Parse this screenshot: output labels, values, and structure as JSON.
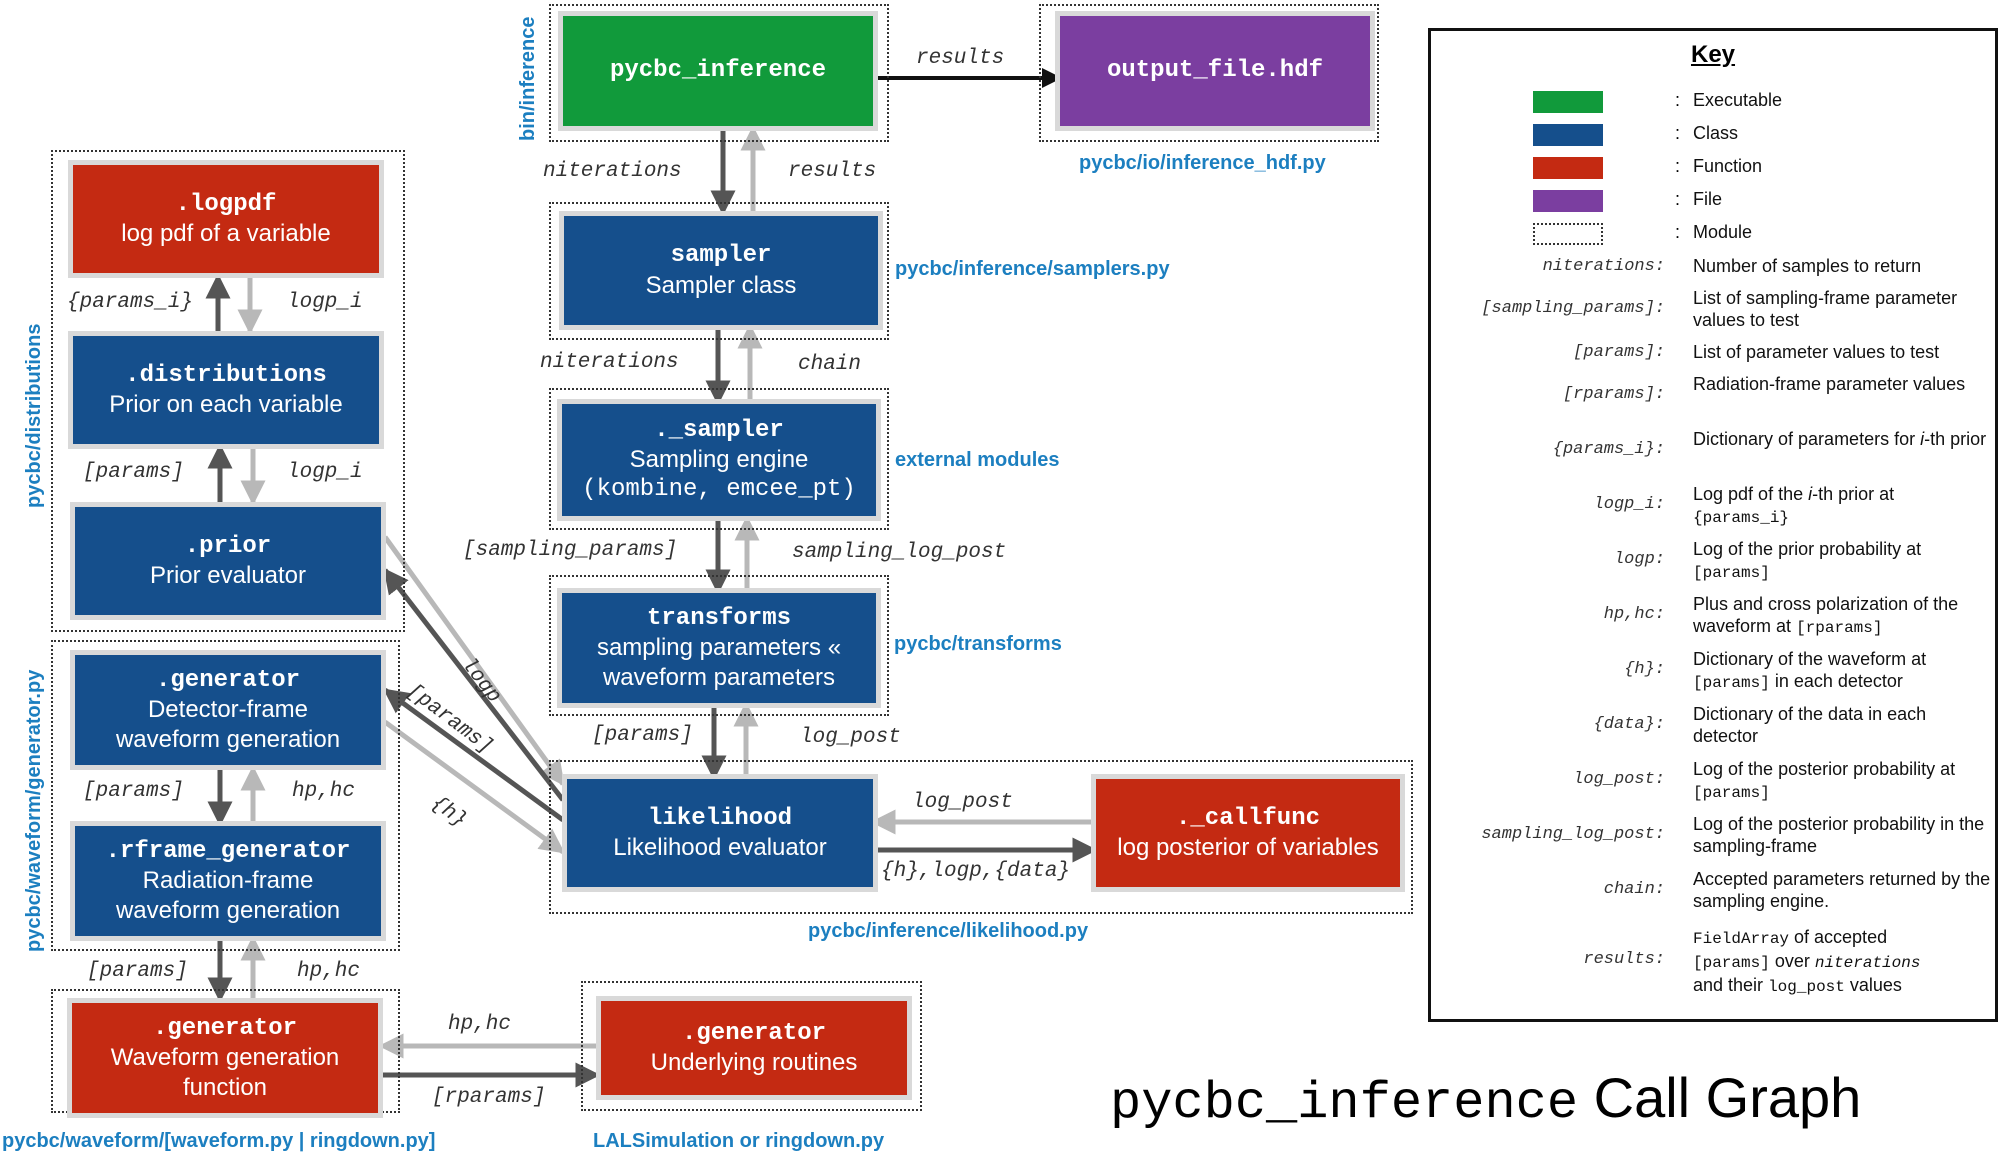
{
  "title": {
    "mono": "pycbc_inference",
    "rest": "Call Graph"
  },
  "modules": {
    "bin": "bin/inference",
    "io": "pycbc/io/inference_hdf.py",
    "samplers": "pycbc/inference/samplers.py",
    "external": "external modules",
    "transforms": "pycbc/transforms",
    "likelihood": "pycbc/inference/likelihood.py",
    "distributions": "pycbc/distributions",
    "generator_py": "pycbc/waveform/generator.py",
    "waveform": "pycbc/waveform/[waveform.py | ringdown.py]",
    "lalsim": "LALSimulation or ringdown.py"
  },
  "boxes": {
    "pycbc_inference": {
      "title": "pycbc_inference"
    },
    "output_file": {
      "title": "output_file.hdf"
    },
    "sampler": {
      "title": "sampler",
      "subtitle": "Sampler class"
    },
    "_sampler": {
      "title": "._sampler",
      "subtitle": "Sampling engine",
      "subtitle2": "(kombine, emcee_pt)"
    },
    "transforms": {
      "title": "transforms",
      "subtitle": "sampling parameters «",
      "subtitle2": "waveform parameters"
    },
    "likelihood": {
      "title": "likelihood",
      "subtitle": "Likelihood evaluator"
    },
    "callfunc": {
      "title": "._callfunc",
      "subtitle": "log posterior of variables"
    },
    "logpdf": {
      "title": ".logpdf",
      "subtitle": "log pdf of a variable"
    },
    "distributions": {
      "title": ".distributions",
      "subtitle": "Prior on each variable"
    },
    "prior": {
      "title": ".prior",
      "subtitle": "Prior evaluator"
    },
    "generator_det": {
      "title": ".generator",
      "subtitle": "Detector-frame",
      "subtitle2": "waveform generation"
    },
    "rframe": {
      "title": ".rframe_generator",
      "subtitle": "Radiation-frame",
      "subtitle2": "waveform generation"
    },
    "generator_fn": {
      "title": ".generator",
      "subtitle": "Waveform generation",
      "subtitle2": "function"
    },
    "generator_under": {
      "title": ".generator",
      "subtitle": "Underlying routines"
    }
  },
  "edge_labels": {
    "results_out": "results",
    "niterations_1": "niterations",
    "results_back": "results",
    "niterations_2": "niterations",
    "chain": "chain",
    "sampling_params": "[sampling_params]",
    "sampling_log_post": "sampling_log_post",
    "params_tl": "[params]",
    "log_post_tl": "log_post",
    "log_post_cl": "log_post",
    "h_logp_data": "{h},logp,{data}",
    "params_i": "{params_i}",
    "logp_i_1": "logp_i",
    "params_dp": "[params]",
    "logp_i_2": "logp_i",
    "logp": "logp",
    "params_diag": "[params]",
    "h_diag": "{h}",
    "params_gr": "[params]",
    "hphc_gr": "hp,hc",
    "params_rg": "[params]",
    "hphc_rg": "hp,hc",
    "hphc_gu": "hp,hc",
    "rparams_gu": "[rparams]"
  },
  "key": {
    "title": "Key",
    "swatches": [
      {
        "color": "#119a3b",
        "label": "Executable"
      },
      {
        "color": "#154f8c",
        "label": "Class"
      },
      {
        "color": "#c42a12",
        "label": "Function"
      },
      {
        "color": "#7b3ea0",
        "label": "File"
      },
      {
        "color": "",
        "label": "Module"
      }
    ],
    "terms": [
      {
        "term": "niterations:",
        "def": "Number of samples to return"
      },
      {
        "term": "[sampling_params]:",
        "def": "List of sampling-frame parameter values to test"
      },
      {
        "term": "[params]:",
        "def": "List of parameter values to test"
      },
      {
        "term": "[rparams]:",
        "def": "Radiation-frame parameter values"
      },
      {
        "term": "{params_i}:",
        "def_a": "Dictionary of parameters for ",
        "def_it": "i",
        "def_b": "-th prior"
      },
      {
        "term": "logp_i:",
        "def_a": "Log pdf of the ",
        "def_it": "i",
        "def_b": "-th prior at",
        "def_mono": "{params_i}"
      },
      {
        "term": "logp:",
        "def": "Log of the prior probability at",
        "def_mono": "[params]"
      },
      {
        "term": "hp,hc:",
        "def": "Plus and cross polarization of the waveform at",
        "def_mono_inline": "[rparams]"
      },
      {
        "term": "{h}:",
        "def": "Dictionary of the waveform at",
        "def_mono": "[params]",
        "def_after": " in each detector"
      },
      {
        "term": "{data}:",
        "def": "Dictionary of the data in each detector"
      },
      {
        "term": "log_post:",
        "def": "Log of the posterior probability at",
        "def_mono": "[params]"
      },
      {
        "term": "sampling_log_post:",
        "def": "Log of the posterior probability in the sampling-frame"
      },
      {
        "term": "chain:",
        "def": "Accepted parameters returned by the sampling engine."
      },
      {
        "term": "results:",
        "r1_mono": "FieldArray",
        "r1_txt": " of accepted",
        "r2_mono": "[params]",
        "r2_txt": " over ",
        "r2_it": "niterations",
        "r3_txt": "and their ",
        "r3_mono": "log_post",
        "r3_txt2": " values"
      }
    ]
  },
  "colors": {
    "executable": "#119a3b",
    "class": "#154f8c",
    "function": "#c42a12",
    "file": "#7b3ea0",
    "module_label": "#1c7fc0",
    "arrow_dark": "#555555",
    "arrow_light": "#b8b8b8"
  }
}
